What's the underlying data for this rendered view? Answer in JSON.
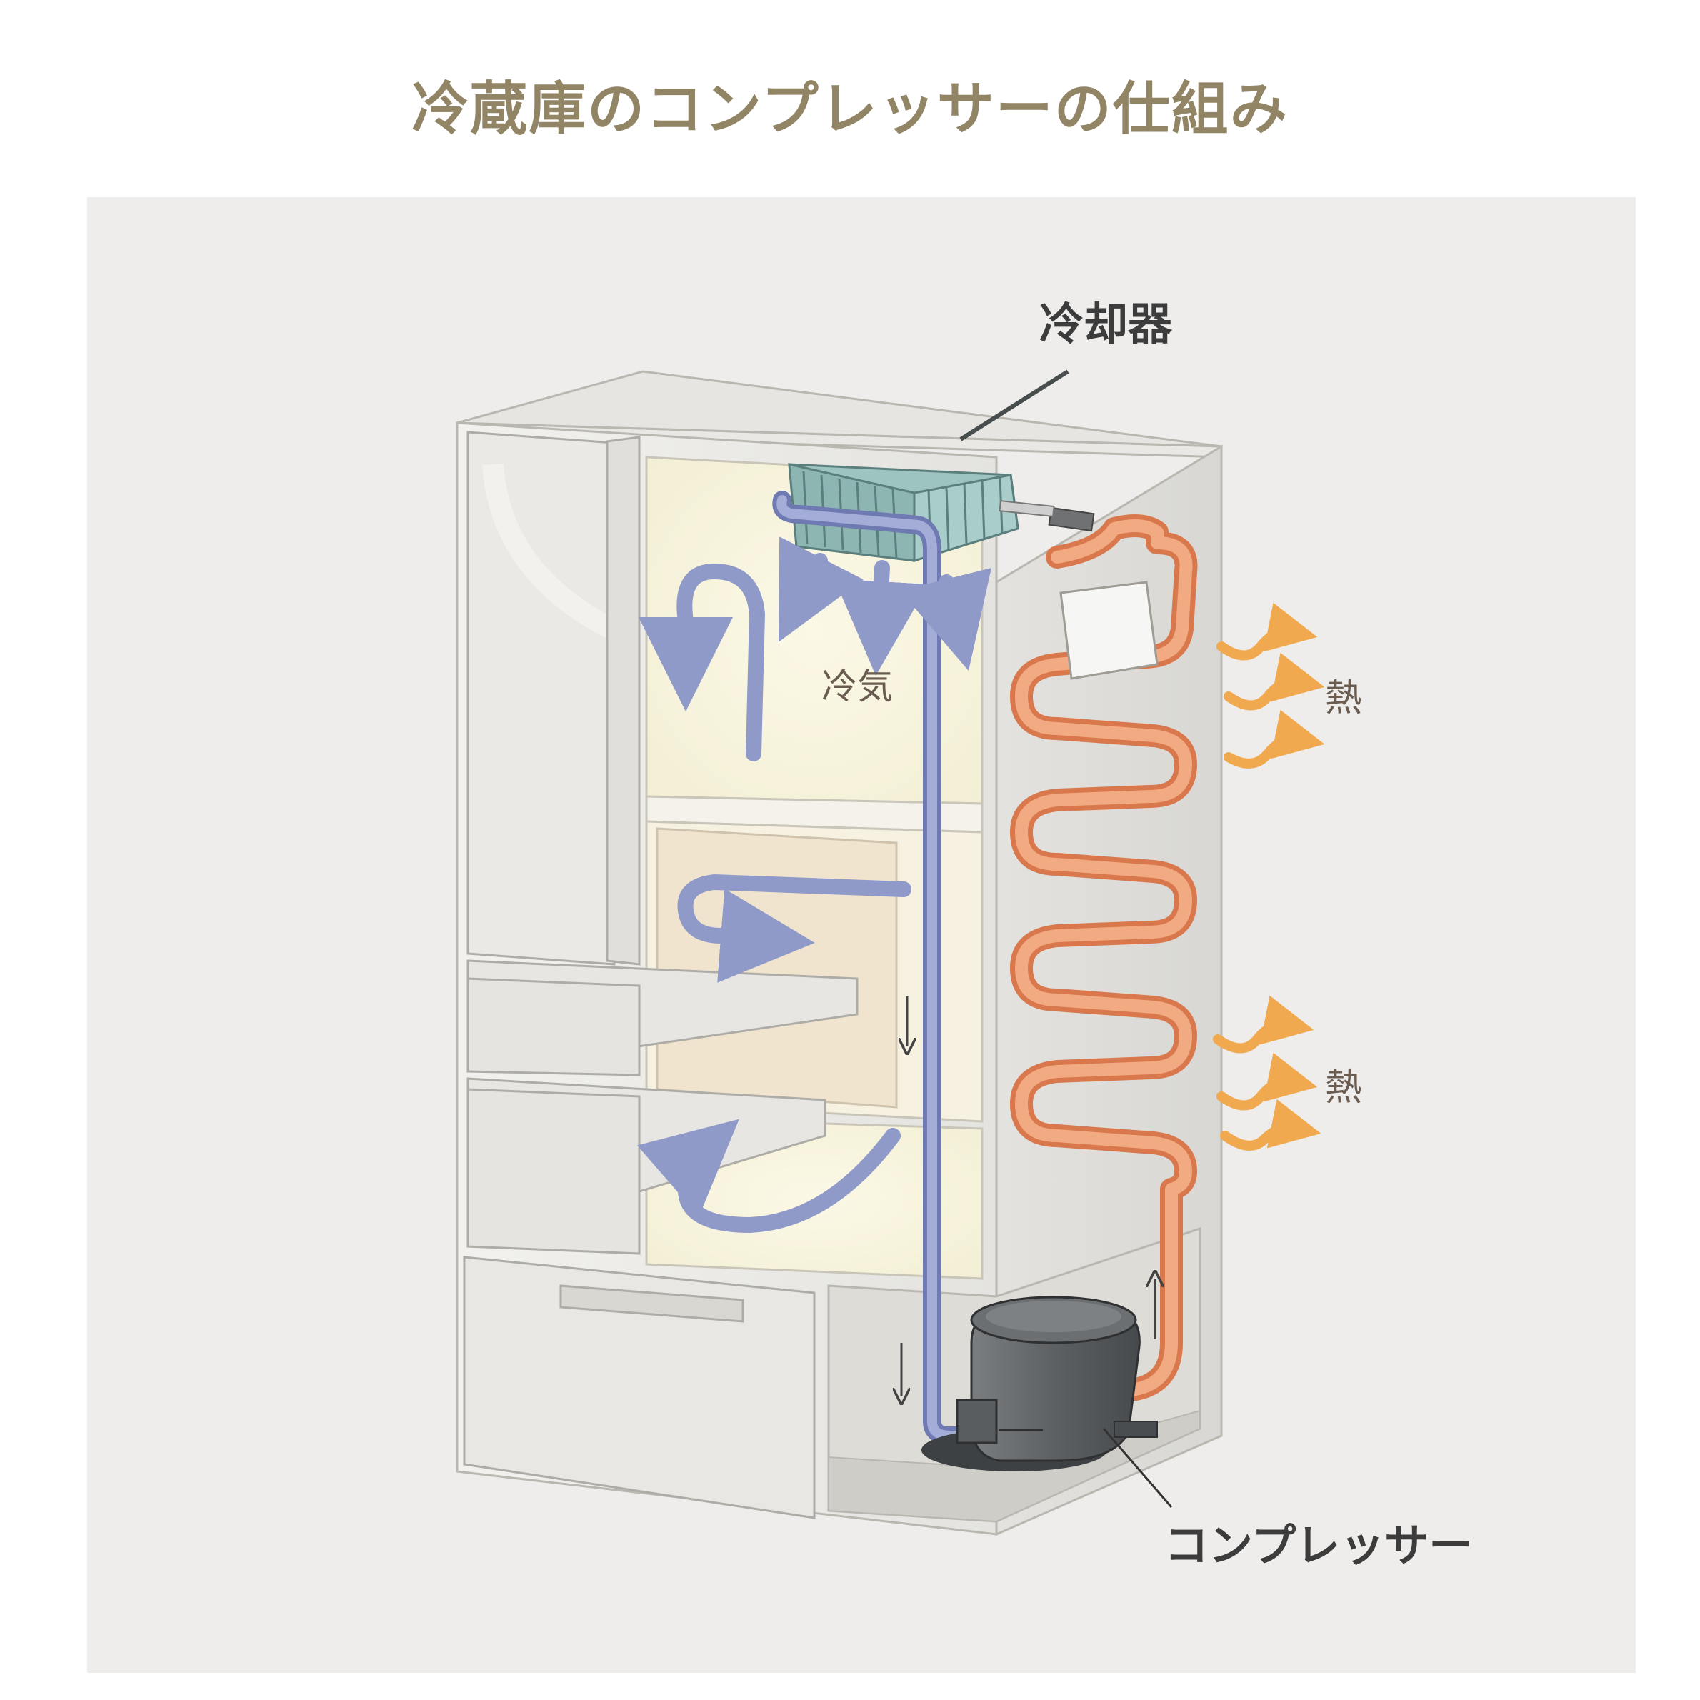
{
  "title": "冷蔵庫のコンプレッサーの仕組み",
  "labels": {
    "cooler": "冷却器",
    "cold_air": "冷気",
    "heat_top": "熱",
    "heat_bottom": "熱",
    "compressor": "コンプレッサー"
  },
  "colors": {
    "title": "#928565",
    "panel_bg": "#eeedeb",
    "cold_pipe": "#8f9ac9",
    "hot_pipe": "#e49467",
    "heat_arrow": "#f0a94e",
    "cooler_fins": "#8fb8b6",
    "compressor": "#5e6163",
    "fridge_body": "#ecebe8",
    "compartment_glow": "#f8f4dd"
  },
  "icons": {
    "cold_flow": "down-arrow-icon",
    "heat_flow": "wavy-arrow-icon"
  }
}
